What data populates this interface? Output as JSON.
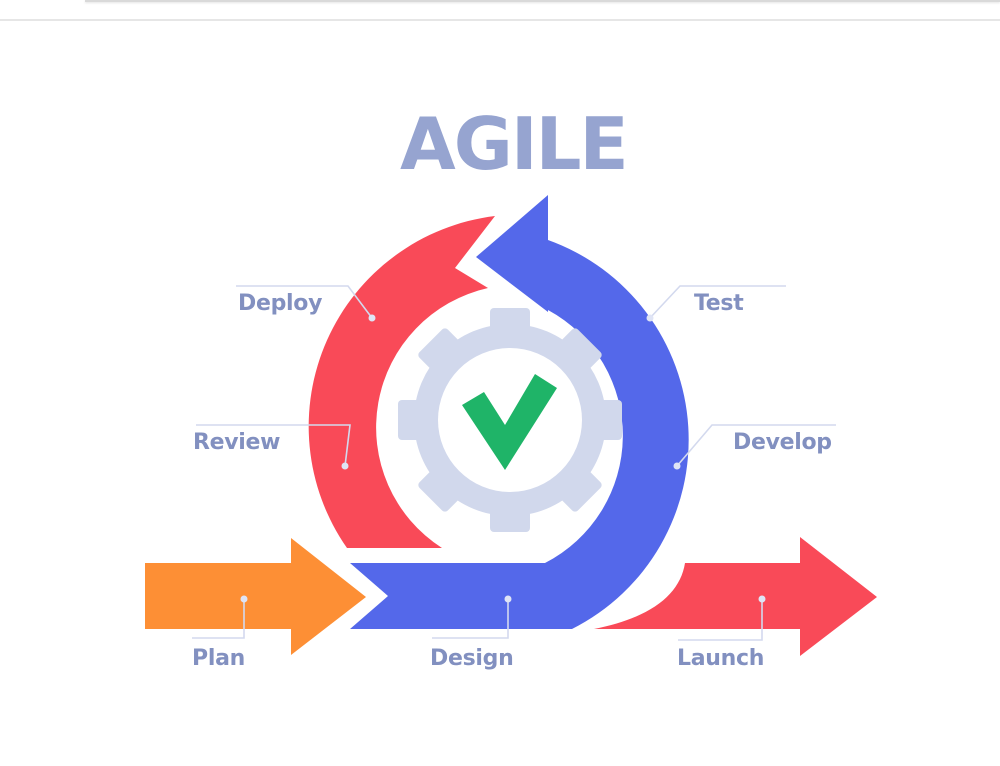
{
  "diagram": {
    "title": "AGILE",
    "center_icon": "gear-with-checkmark",
    "stages": [
      {
        "id": "plan",
        "label": "Plan",
        "color": "#fd8f35",
        "shape": "straight-arrow"
      },
      {
        "id": "design",
        "label": "Design",
        "color": "#5468ea",
        "shape": "cycle-arrow"
      },
      {
        "id": "develop",
        "label": "Develop",
        "color": "#5468ea",
        "shape": "cycle-arrow"
      },
      {
        "id": "test",
        "label": "Test",
        "color": "#5468ea",
        "shape": "cycle-arrow"
      },
      {
        "id": "deploy",
        "label": "Deploy",
        "color": "#f94a58",
        "shape": "cycle-arrow"
      },
      {
        "id": "review",
        "label": "Review",
        "color": "#f94a58",
        "shape": "cycle-arrow"
      },
      {
        "id": "launch",
        "label": "Launch",
        "color": "#f94a58",
        "shape": "straight-arrow"
      }
    ],
    "colors": {
      "title": "#96a4d0",
      "label": "#8290c0",
      "leader_line": "#d3d9ee",
      "orange": "#fd8f35",
      "blue": "#5468ea",
      "red": "#f94a58",
      "gear": "#d1d8ec",
      "check": "#1fb468"
    }
  }
}
